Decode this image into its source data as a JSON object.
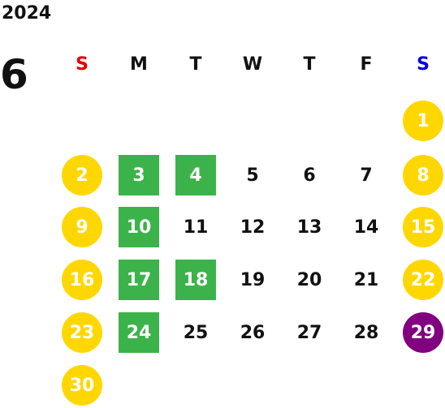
{
  "year": "2024",
  "month": "6",
  "weekdays": [
    {
      "label": "S",
      "color": "#E60000"
    },
    {
      "label": "M",
      "color": "#111111"
    },
    {
      "label": "T",
      "color": "#111111"
    },
    {
      "label": "W",
      "color": "#111111"
    },
    {
      "label": "T",
      "color": "#111111"
    },
    {
      "label": "F",
      "color": "#111111"
    },
    {
      "label": "S",
      "color": "#0000E0"
    }
  ],
  "colors": {
    "holiday": "#FFD700",
    "special": "#800080",
    "event": "#3CB34A",
    "text": "#111111"
  },
  "days": [
    {
      "day": "1",
      "style": "holiday"
    },
    {
      "day": "2",
      "style": "holiday"
    },
    {
      "day": "3",
      "style": "event"
    },
    {
      "day": "4",
      "style": "event"
    },
    {
      "day": "5",
      "style": "plain"
    },
    {
      "day": "6",
      "style": "plain"
    },
    {
      "day": "7",
      "style": "plain"
    },
    {
      "day": "8",
      "style": "holiday"
    },
    {
      "day": "9",
      "style": "holiday"
    },
    {
      "day": "10",
      "style": "event"
    },
    {
      "day": "11",
      "style": "plain"
    },
    {
      "day": "12",
      "style": "plain"
    },
    {
      "day": "13",
      "style": "plain"
    },
    {
      "day": "14",
      "style": "plain"
    },
    {
      "day": "15",
      "style": "holiday"
    },
    {
      "day": "16",
      "style": "holiday"
    },
    {
      "day": "17",
      "style": "event"
    },
    {
      "day": "18",
      "style": "event"
    },
    {
      "day": "19",
      "style": "plain"
    },
    {
      "day": "20",
      "style": "plain"
    },
    {
      "day": "21",
      "style": "plain"
    },
    {
      "day": "22",
      "style": "holiday"
    },
    {
      "day": "23",
      "style": "holiday"
    },
    {
      "day": "24",
      "style": "event"
    },
    {
      "day": "25",
      "style": "plain"
    },
    {
      "day": "26",
      "style": "plain"
    },
    {
      "day": "27",
      "style": "plain"
    },
    {
      "day": "28",
      "style": "plain"
    },
    {
      "day": "29",
      "style": "special"
    },
    {
      "day": "30",
      "style": "holiday"
    }
  ]
}
